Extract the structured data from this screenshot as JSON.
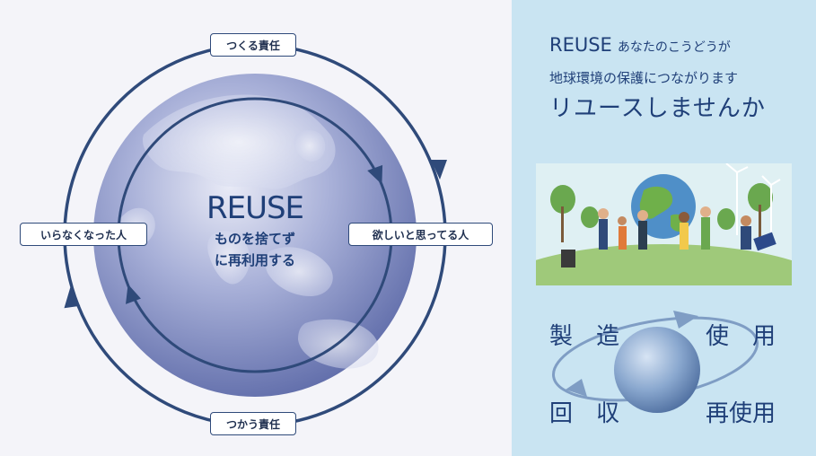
{
  "diagram": {
    "top_label": "つくる責任",
    "bottom_label": "つかう責任",
    "left_label": "いらなくなった人",
    "right_label": "欲しいと思ってる人",
    "center_title": "REUSE",
    "center_sub_1": "ものを捨てず",
    "center_sub_2": "に再利用する"
  },
  "panel": {
    "line1_main": "REUSE",
    "line1_sub": "あなたのこうどうが",
    "line2": "地球環境の保護につながります",
    "line3": "リユースしませんか",
    "cycle_words": {
      "tl": "製　造",
      "tr": "使　用",
      "bl": "回　収",
      "br": "再使用"
    }
  },
  "colors": {
    "navy": "#1f3f78",
    "ring": "#2f4a7a",
    "globe": "#8f98c8",
    "panel_bg": "#c9e4f2"
  }
}
